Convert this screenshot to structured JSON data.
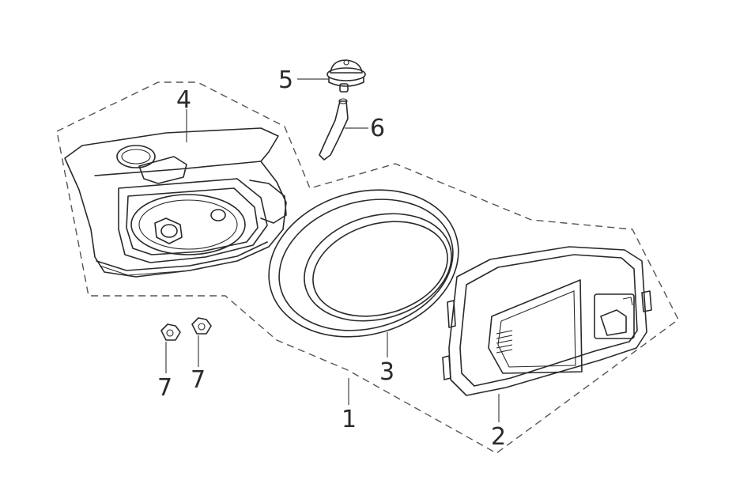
{
  "diagram": {
    "callouts": [
      {
        "id": "1",
        "text": "1"
      },
      {
        "id": "2",
        "text": "2"
      },
      {
        "id": "3",
        "text": "3"
      },
      {
        "id": "4",
        "text": "4"
      },
      {
        "id": "5",
        "text": "5"
      },
      {
        "id": "6",
        "text": "6"
      },
      {
        "id": "7a",
        "text": "7"
      },
      {
        "id": "7b",
        "text": "7"
      }
    ]
  }
}
